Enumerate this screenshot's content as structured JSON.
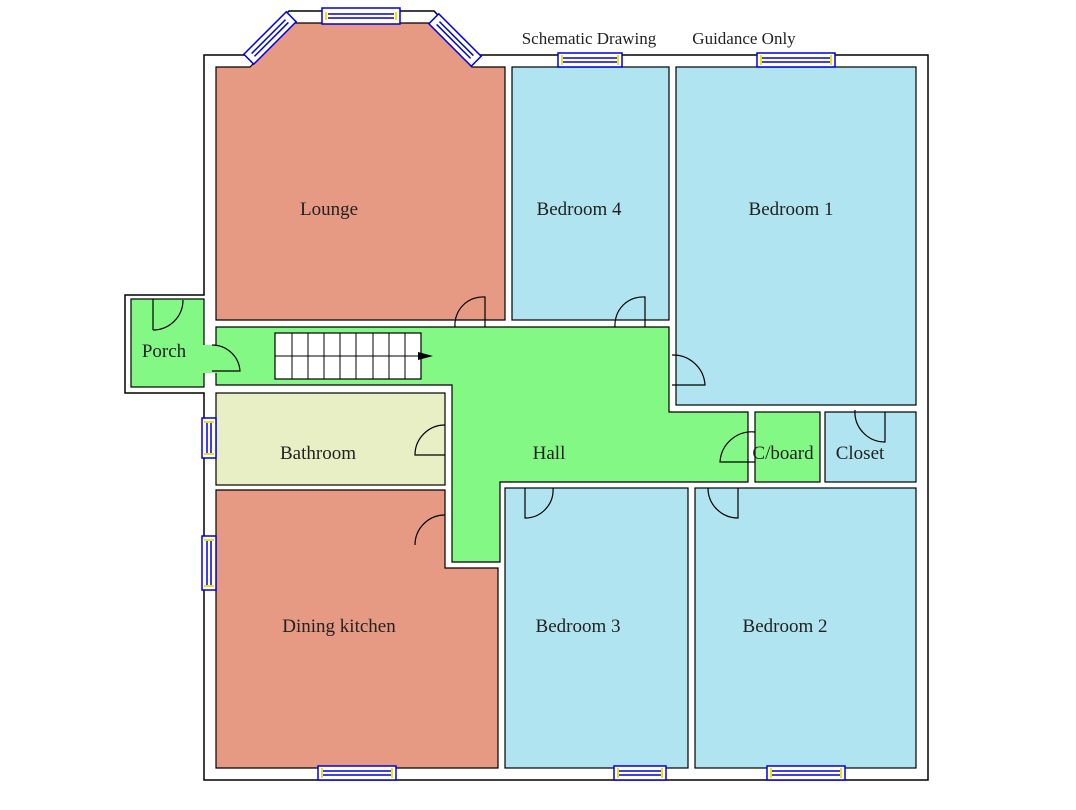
{
  "header": {
    "left_note": "Schematic Drawing",
    "right_note": "Guidance Only"
  },
  "colors": {
    "reception": "#E69A84",
    "bedroom": "#B0E4F0",
    "circulation": "#84F884",
    "bathroom": "#E8EFC4",
    "window": "#0000E0",
    "window_end": "#E8E800"
  },
  "rooms": {
    "lounge": "Lounge",
    "bedroom4": "Bedroom 4",
    "bedroom1": "Bedroom 1",
    "porch": "Porch",
    "bathroom": "Bathroom",
    "hall": "Hall",
    "cboard": "C/board",
    "closet": "Closet",
    "dining": "Dining kitchen",
    "bedroom3": "Bedroom 3",
    "bedroom2": "Bedroom 2"
  }
}
